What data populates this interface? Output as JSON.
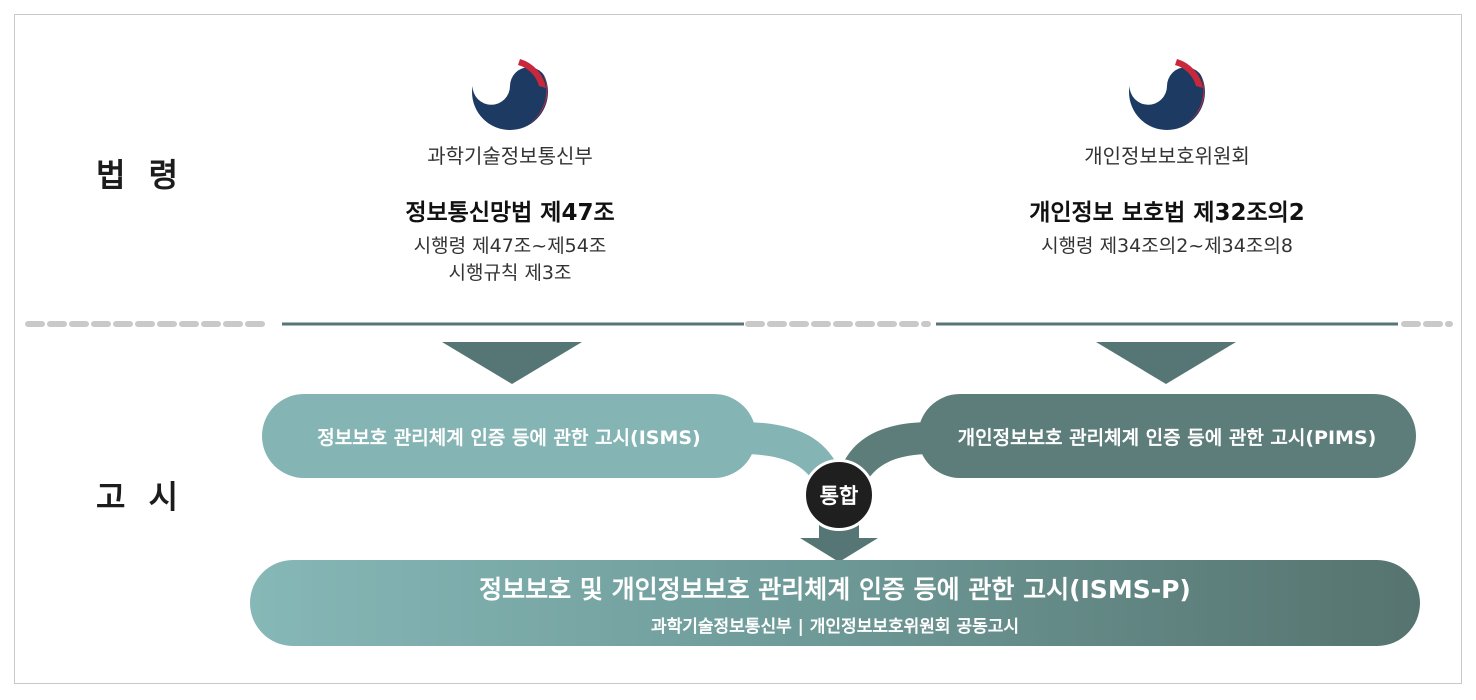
{
  "sections": {
    "law": "법 령",
    "notice": "고 시"
  },
  "left_org": {
    "emblem_icon": "taegeuk-emblem-icon",
    "name": "과학기술정보통신부",
    "law_title": "정보통신망법 제47조",
    "law_sub1": "시행령 제47조~제54조",
    "law_sub2": "시행규칙 제3조"
  },
  "right_org": {
    "emblem_icon": "taegeuk-emblem-icon",
    "name": "개인정보보호위원회",
    "law_title": "개인정보 보호법 제32조의2",
    "law_sub1": "시행령 제34조의2~제34조의8"
  },
  "notices": {
    "isms": "정보보호 관리체계 인증 등에 관한 고시(ISMS)",
    "pims": "개인정보보호 관리체계 인증 등에 관한 고시(PIMS)",
    "merge": "통합",
    "final_title": "정보보호 및 개인정보보호 관리체계 인증 등에 관한 고시(ISMS-P)",
    "final_sub": "과학기술정보통신부 | 개인정보보호위원회 공동고시"
  },
  "colors": {
    "emblem_blue": "#1d3a63",
    "emblem_red": "#c8283c",
    "isms_teal": "#84b4b3",
    "pims_dark_teal": "#5d7d7a",
    "arrow": "#557674",
    "divider_dash": "#c9c9c9"
  }
}
